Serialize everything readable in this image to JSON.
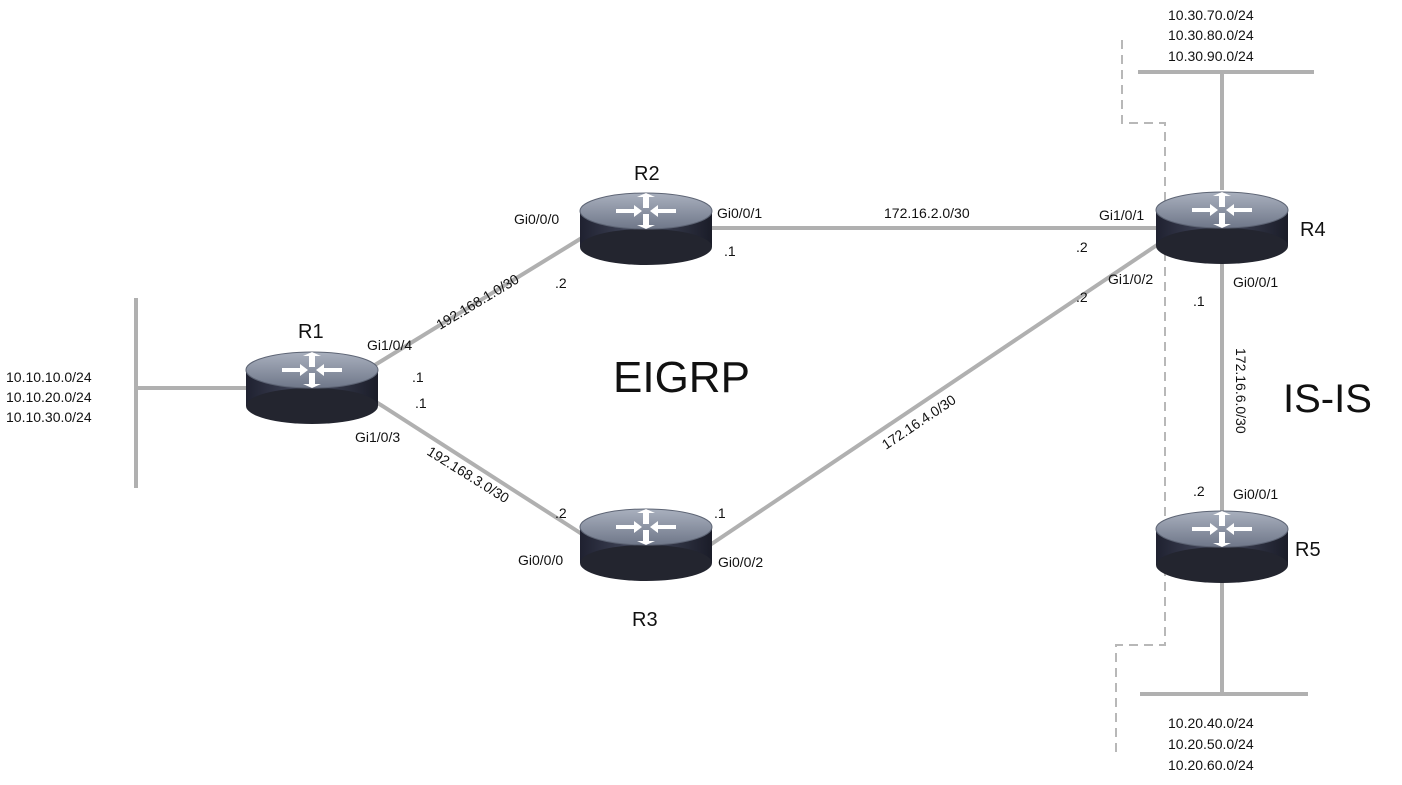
{
  "protocols": {
    "left": "EIGRP",
    "right": "IS-IS"
  },
  "routers": {
    "r1": {
      "name": "R1"
    },
    "r2": {
      "name": "R2"
    },
    "r3": {
      "name": "R3"
    },
    "r4": {
      "name": "R4"
    },
    "r5": {
      "name": "R5"
    }
  },
  "networks": {
    "r1_lan": [
      "10.10.10.0/24",
      "10.10.20.0/24",
      "10.10.30.0/24"
    ],
    "r4_lan": [
      "10.30.70.0/24",
      "10.30.80.0/24",
      "10.30.90.0/24"
    ],
    "r5_lan": [
      "10.20.40.0/24",
      "10.20.50.0/24",
      "10.20.60.0/24"
    ]
  },
  "links": {
    "r1_r2": {
      "subnet": "192.168.1.0/30",
      "r1_if": "Gi1/0/4",
      "r1_ip": ".1",
      "r2_if": "Gi0/0/0",
      "r2_ip": ".2"
    },
    "r1_r3": {
      "subnet": "192.168.3.0/30",
      "r1_if": "Gi1/0/3",
      "r1_ip": ".1",
      "r3_if": "Gi0/0/0",
      "r3_ip": ".2"
    },
    "r2_r4": {
      "subnet": "172.16.2.0/30",
      "r2_if": "Gi0/0/1",
      "r2_ip": ".1",
      "r4_if": "Gi1/0/1",
      "r4_ip": ".2"
    },
    "r3_r4": {
      "subnet": "172.16.4.0/30",
      "r3_if": "Gi0/0/2",
      "r3_ip": ".1",
      "r4_if": "Gi1/0/2",
      "r4_ip": ".2"
    },
    "r4_r5": {
      "subnet": "172.16.6.0/30",
      "r4_if": "Gi0/0/1",
      "r4_ip": ".1",
      "r5_if": "Gi0/0/1",
      "r5_ip": ".2"
    }
  },
  "colors": {
    "link": "#b0b0b0",
    "boundary": "#b8b8b8",
    "router_top": "#8e96a6",
    "router_body": "#2f3242",
    "router_arrows": "#ffffff"
  }
}
